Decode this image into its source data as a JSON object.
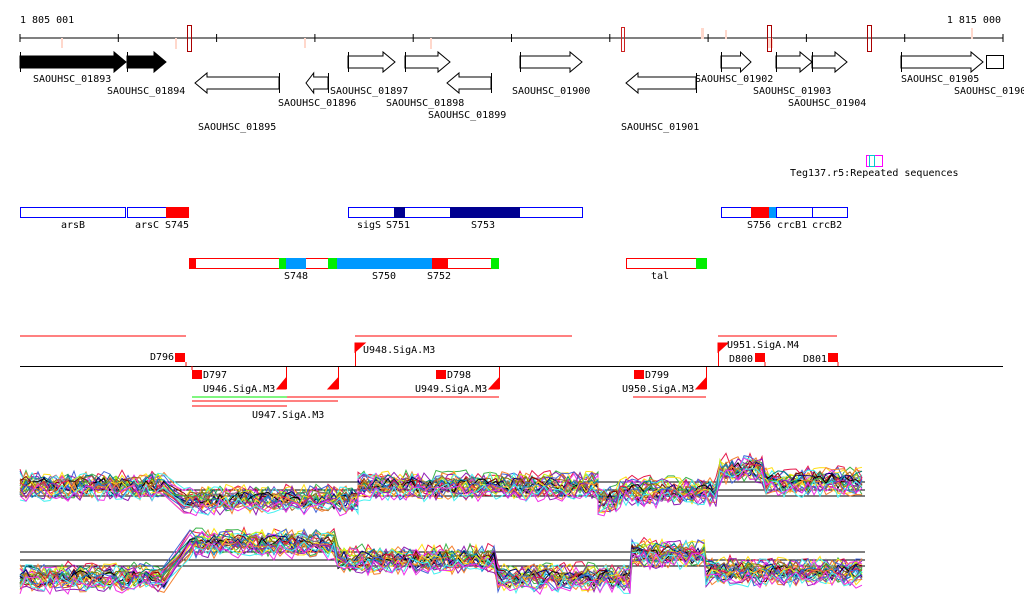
{
  "ruler": {
    "start_label": "1 805 001",
    "end_label": "1 815 000"
  },
  "genes": [
    {
      "label": "SAOUHSC_01893",
      "strand": "+",
      "filled": true
    },
    {
      "label": "SAOUHSC_01894",
      "strand": "+",
      "filled": true
    },
    {
      "label": "SAOUHSC_01895",
      "strand": "-",
      "filled": false
    },
    {
      "label": "SAOUHSC_01896",
      "strand": "-",
      "filled": false
    },
    {
      "label": "SAOUHSC_01897",
      "strand": "+",
      "filled": false
    },
    {
      "label": "SAOUHSC_01898",
      "strand": "+",
      "filled": false
    },
    {
      "label": "SAOUHSC_01899",
      "strand": "-",
      "filled": false
    },
    {
      "label": "SAOUHSC_01900",
      "strand": "+",
      "filled": false
    },
    {
      "label": "SAOUHSC_01901",
      "strand": "-",
      "filled": false
    },
    {
      "label": "SAOUHSC_01902",
      "strand": "+",
      "filled": false
    },
    {
      "label": "SAOUHSC_01903",
      "strand": "+",
      "filled": false
    },
    {
      "label": "SAOUHSC_01904",
      "strand": "+",
      "filled": false
    },
    {
      "label": "SAOUHSC_01905",
      "strand": "+",
      "filled": false
    },
    {
      "label": "SAOUHSC_0190",
      "strand": "+",
      "filled": false
    }
  ],
  "repeats": {
    "label": "Teg137.r5:Repeated sequences"
  },
  "annotations_blue": [
    "arsB",
    "arsC",
    "S745",
    "sigS",
    "S751",
    "S753",
    "S756",
    "crcB1",
    "crcB2"
  ],
  "annotations_red": [
    "S748",
    "S750",
    "S752",
    "tal"
  ],
  "features": [
    "D796",
    "D797",
    "U946.SigA.M3",
    "U947.SigA.M3",
    "U948.SigA.M3",
    "D798",
    "U949.SigA.M3",
    "D799",
    "U950.SigA.M3",
    "U951.SigA.M4",
    "D800",
    "D801"
  ],
  "colors": {
    "red": "#ff0000",
    "blue": "#0000ff",
    "navy": "#000090",
    "sky": "#0099ff",
    "green": "#00ee00",
    "darkred": "#aa0000",
    "pink": "#ffd0c0",
    "magenta": "#ff00ff",
    "cyan": "#00cccc"
  }
}
